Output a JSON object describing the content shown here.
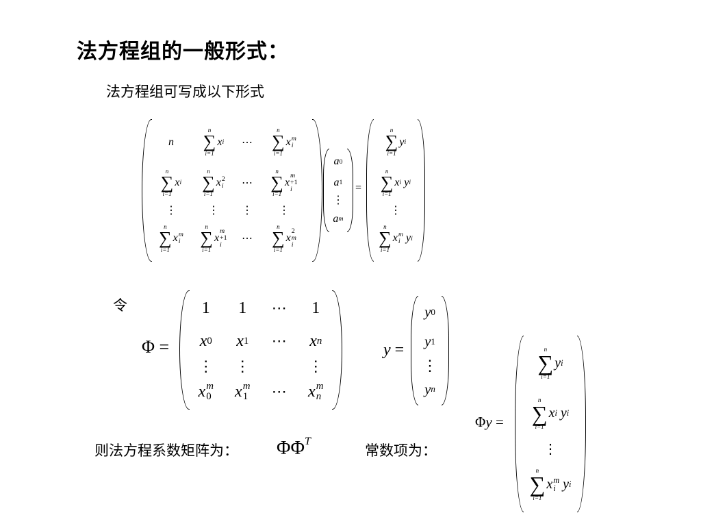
{
  "title": "法方程组的一般形式：",
  "intro_text": "法方程组可写成以下形式",
  "let_text": "令",
  "coef_matrix_text": "则法方程系数矩阵为：",
  "const_term_text": "常数项为："
}
